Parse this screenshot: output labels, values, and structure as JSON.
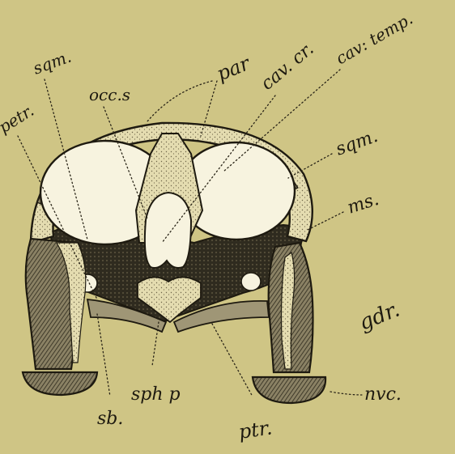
{
  "labels": {
    "sqm_top": "sqm.",
    "petr": "petr.",
    "occ_s": "occ.s",
    "par": "par",
    "cav_cr": "cav. cr.",
    "cav_temp": "cav: temp.",
    "sqm_right": "sqm.",
    "ms": "ms.",
    "gdr": "gdr.",
    "nvc": "nvc.",
    "sph_p": "sph p",
    "sb": "sb.",
    "ptr": "ptr."
  },
  "colors": {
    "paper": "#cfc585",
    "bone": "#e4dcb0",
    "dark_bone": "#2f2b1f",
    "shaded_bone": "#7d7458",
    "ink": "#1e1a10"
  }
}
